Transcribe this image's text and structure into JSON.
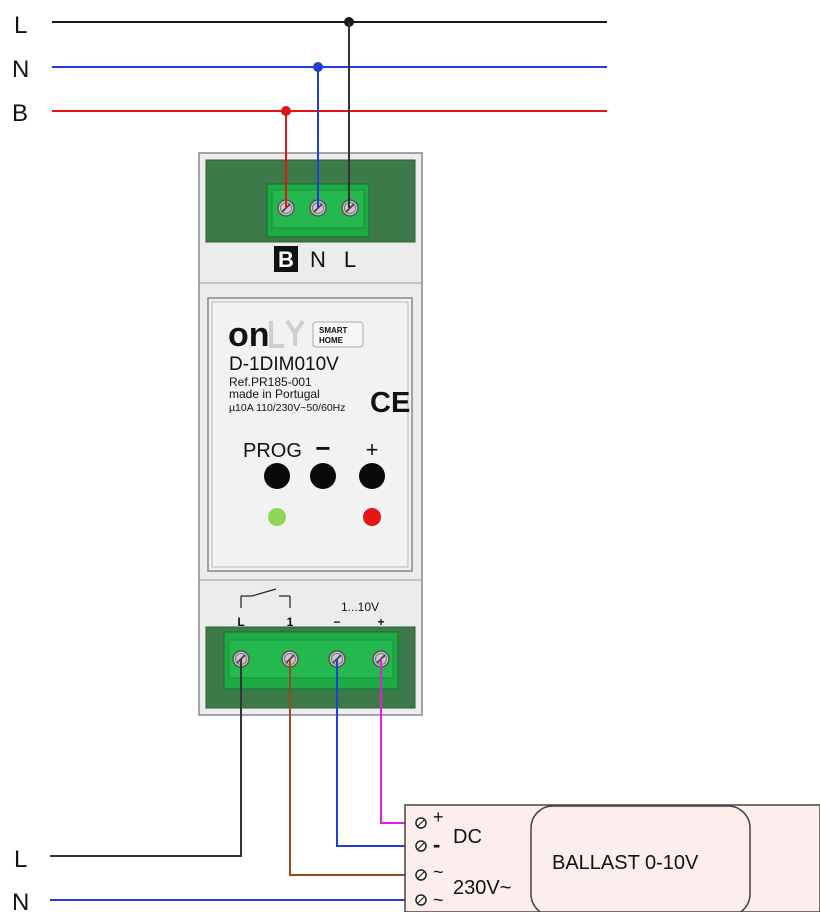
{
  "bus": {
    "lines": [
      {
        "label": "L",
        "color": "#1a1a1a"
      },
      {
        "label": "N",
        "color": "#1f3fd6"
      },
      {
        "label": "B",
        "color": "#e01515"
      }
    ]
  },
  "top_terminal": {
    "labels": [
      "B",
      "N",
      "L"
    ]
  },
  "front_panel": {
    "brand": "on",
    "brand_tag_line1": "SMART",
    "brand_tag_line2": "HOME",
    "model": "D-1DIM010V",
    "ref": "Ref.PR185-001",
    "origin": "made in Portugal",
    "rating": "µ10A 110/230V~50/60Hz",
    "ce_mark": "CE",
    "buttons": [
      "PROG",
      "−",
      "+"
    ],
    "led_colors": {
      "green": "#8dd65a",
      "red": "#e51616"
    }
  },
  "bottom_terminal": {
    "relay_labels": [
      "L",
      "1"
    ],
    "analog_label": "1...10V",
    "analog_pins": [
      "−",
      "+"
    ]
  },
  "supply": {
    "lines": [
      {
        "label": "L",
        "color": "#1a1a1a"
      },
      {
        "label": "N",
        "color": "#1f3fd6"
      }
    ]
  },
  "ballast": {
    "title": "BALLAST 0-10V",
    "terminals": [
      "+",
      "-",
      "~",
      "~"
    ],
    "dc_label": "DC",
    "ac_label": "230V~"
  },
  "wire_colors": {
    "black": "#333333",
    "blue": "#1f3fd6",
    "red": "#e01515",
    "brown": "#9a4a1e",
    "magenta": "#e020e0"
  }
}
